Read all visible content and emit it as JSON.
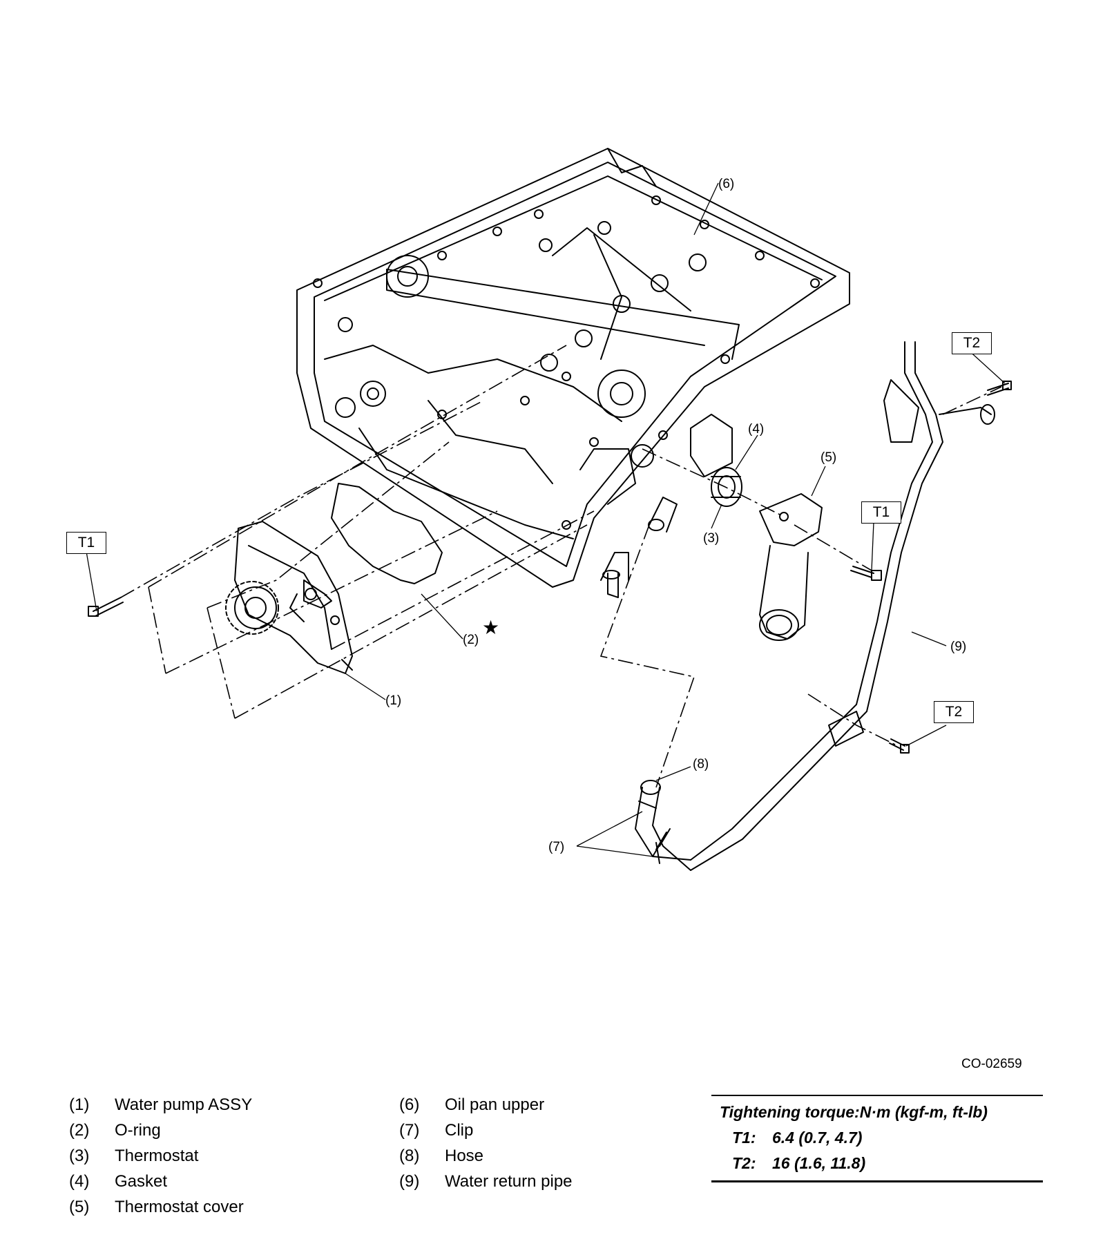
{
  "figure_id": "CO-02659",
  "callouts": {
    "c1": "(1)",
    "c2": "(2)",
    "c3": "(3)",
    "c4": "(4)",
    "c5": "(5)",
    "c6": "(6)",
    "c7": "(7)",
    "c8": "(8)",
    "c9": "(9)"
  },
  "star": "★",
  "torque_tags": {
    "t1_left": "T1",
    "t1_right": "T1",
    "t2_top": "T2",
    "t2_bottom": "T2"
  },
  "legend_left": [
    {
      "num": "(1)",
      "label": "Water pump ASSY"
    },
    {
      "num": "(2)",
      "label": "O-ring"
    },
    {
      "num": "(3)",
      "label": "Thermostat"
    },
    {
      "num": "(4)",
      "label": "Gasket"
    },
    {
      "num": "(5)",
      "label": "Thermostat cover"
    }
  ],
  "legend_mid": [
    {
      "num": "(6)",
      "label": "Oil pan upper"
    },
    {
      "num": "(7)",
      "label": "Clip"
    },
    {
      "num": "(8)",
      "label": "Hose"
    },
    {
      "num": "(9)",
      "label": "Water return pipe"
    }
  ],
  "torque": {
    "title": "Tightening torque:N·m (kgf-m, ft-lb)",
    "rows": [
      {
        "key": "T1:",
        "value": "6.4 (0.7, 4.7)"
      },
      {
        "key": "T2:",
        "value": "16 (1.6, 11.8)"
      }
    ]
  }
}
